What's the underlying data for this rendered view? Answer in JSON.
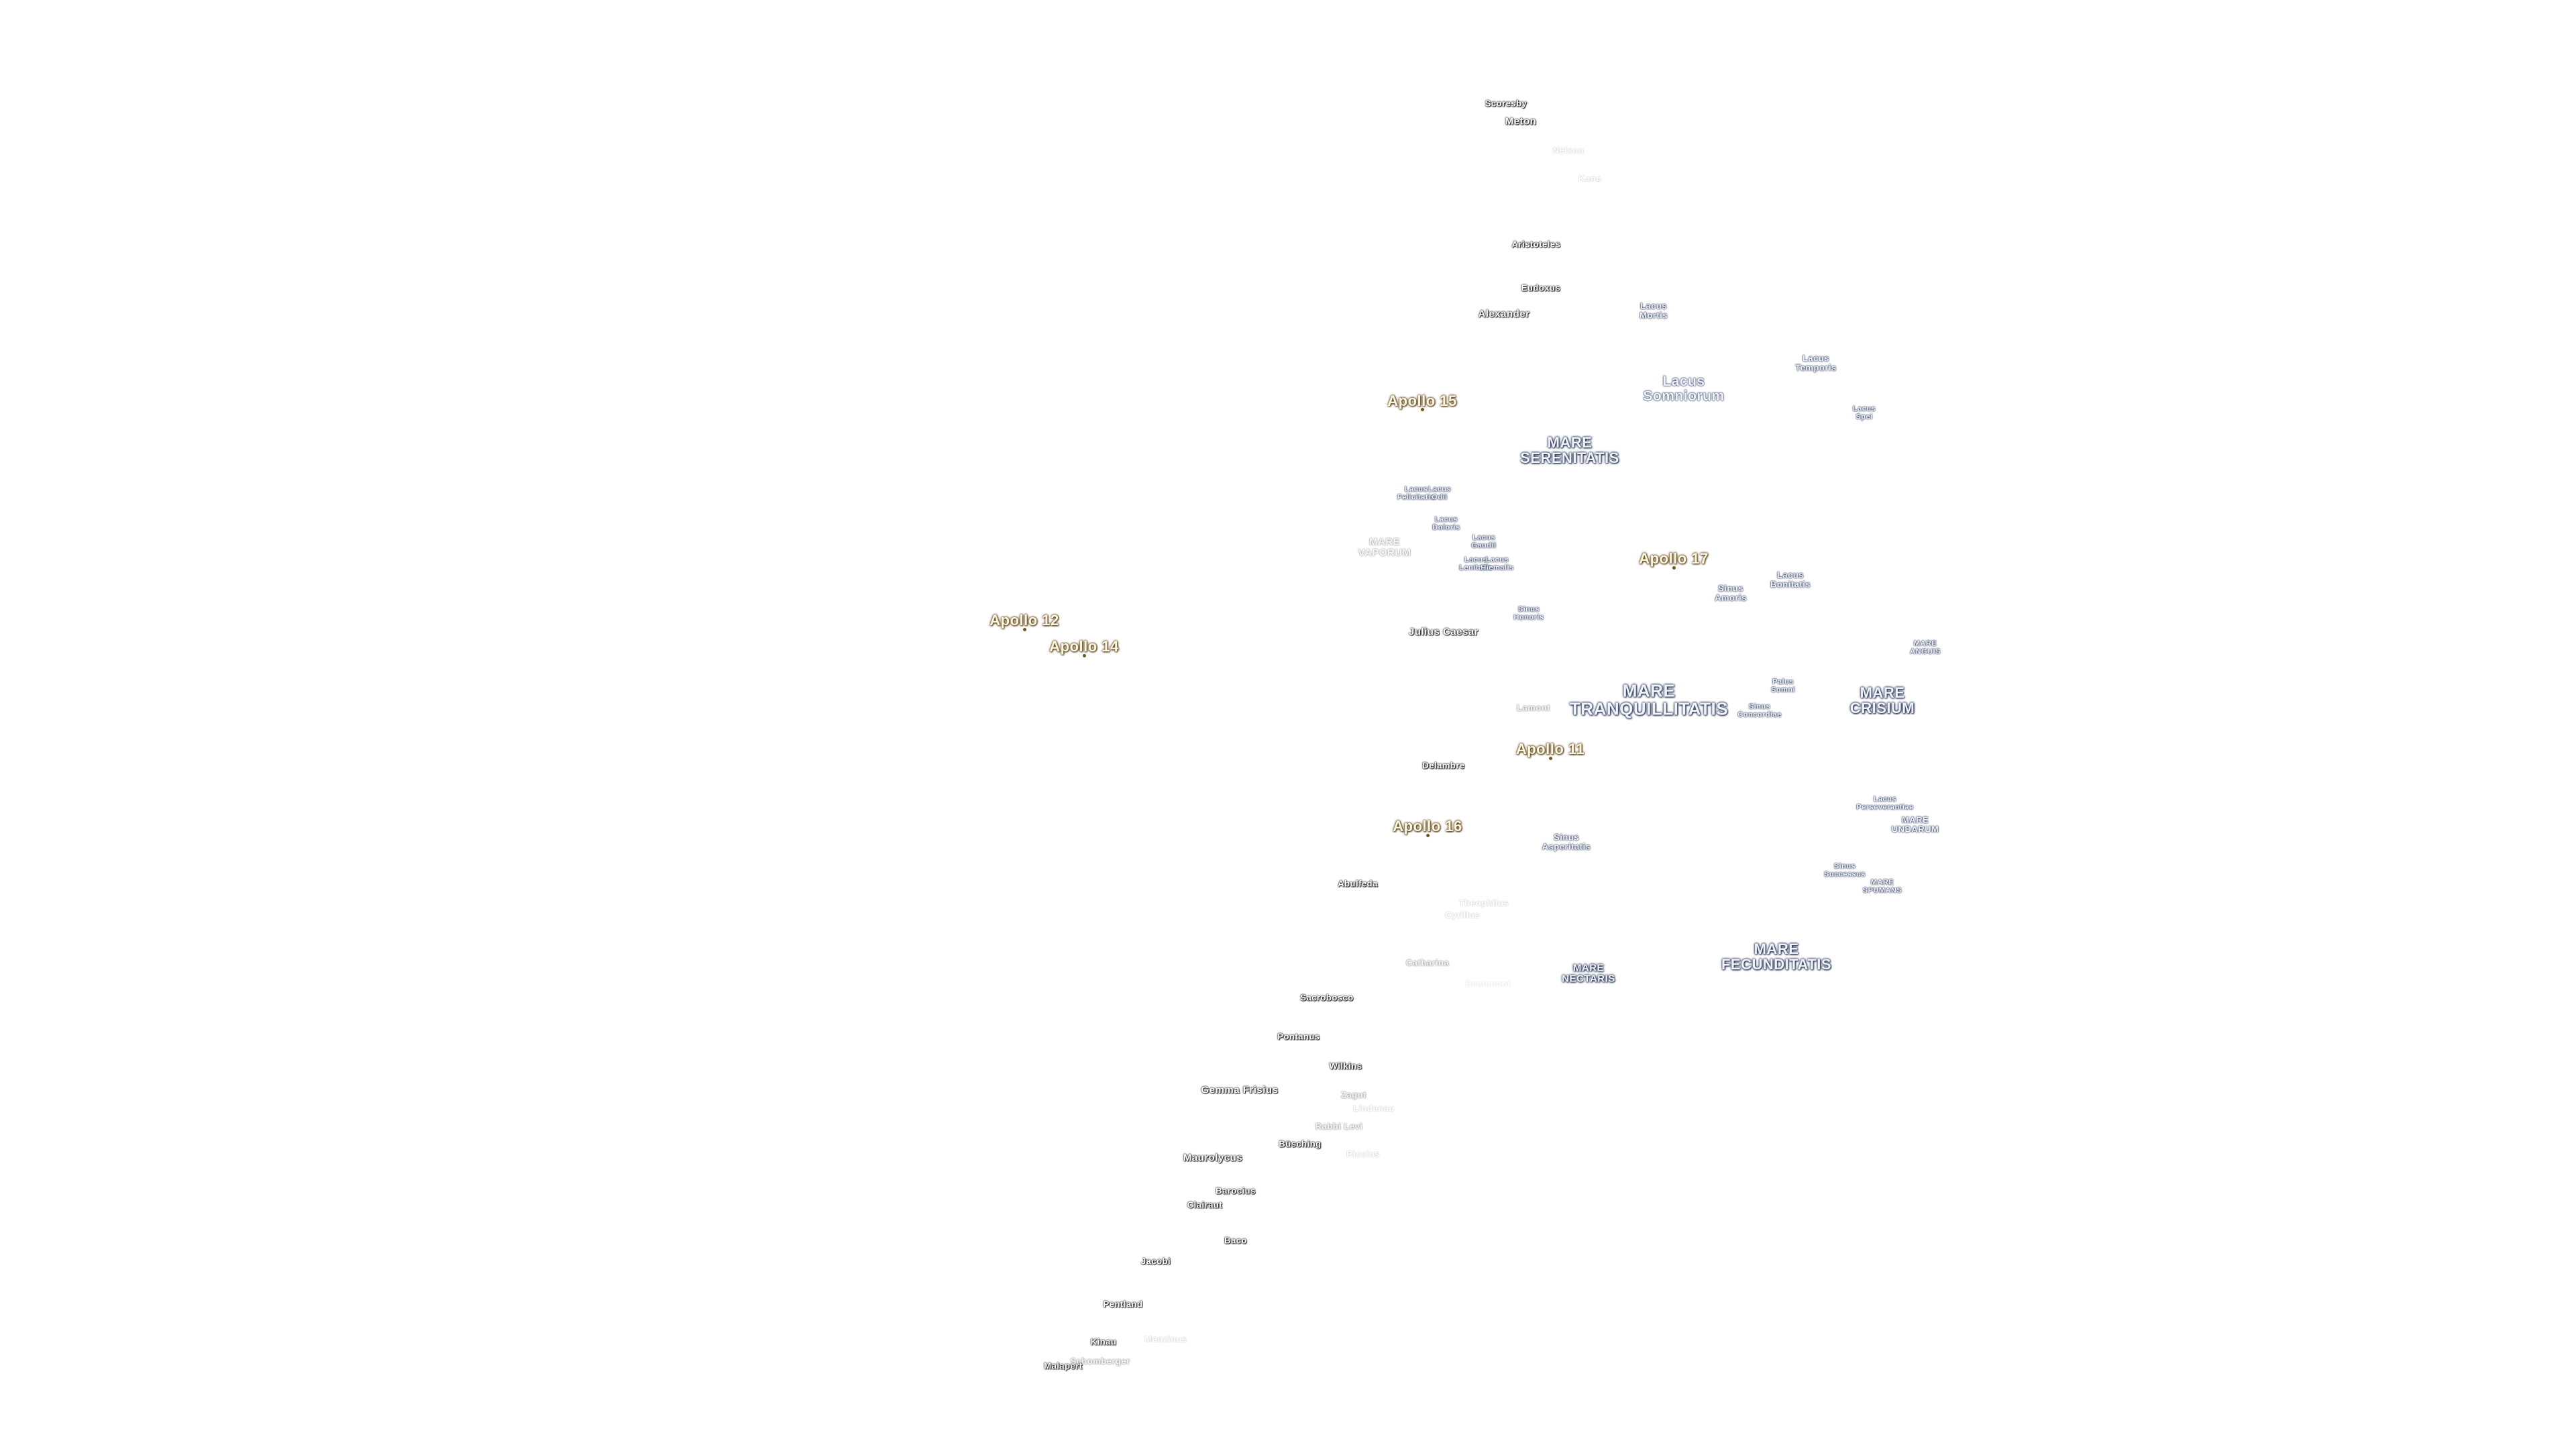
{
  "map": {
    "craters": [
      {
        "name": "Scoresby"
      },
      {
        "name": "Meton"
      },
      {
        "name": "Nelson"
      },
      {
        "name": "Kane"
      },
      {
        "name": "Aristoteles"
      },
      {
        "name": "Eudoxus"
      },
      {
        "name": "Alexander"
      },
      {
        "name": "Julius Caesar"
      },
      {
        "name": "Lamont"
      },
      {
        "name": "Delambre"
      },
      {
        "name": "Abulfeda"
      },
      {
        "name": "Theophilus"
      },
      {
        "name": "Cyrillus"
      },
      {
        "name": "Catharina"
      },
      {
        "name": "Beaumont"
      },
      {
        "name": "Sacrobosco"
      },
      {
        "name": "Pontanus"
      },
      {
        "name": "Wilkins"
      },
      {
        "name": "Gemma Frisius"
      },
      {
        "name": "Zagut"
      },
      {
        "name": "Lindenau"
      },
      {
        "name": "Rabbi Levi"
      },
      {
        "name": "Büsching"
      },
      {
        "name": "Riccius"
      },
      {
        "name": "Maurolycus"
      },
      {
        "name": "Barocius"
      },
      {
        "name": "Clairaut"
      },
      {
        "name": "Baco"
      },
      {
        "name": "Jacobi"
      },
      {
        "name": "Pentland"
      },
      {
        "name": "Kinau"
      },
      {
        "name": "Manzinus"
      },
      {
        "name": "Schomberger"
      },
      {
        "name": "Malapert"
      }
    ],
    "maria": [
      {
        "name": "MARE\nSERENITATIS"
      },
      {
        "name": "MARE\nTRANQUILLITATIS"
      },
      {
        "name": "MARE\nCRISIUM"
      },
      {
        "name": "MARE\nFECUNDITATIS"
      },
      {
        "name": "MARE\nNECTARIS"
      },
      {
        "name": "MARE\nVAPORUM"
      },
      {
        "name": "MARE\nANGUIS"
      },
      {
        "name": "MARE\nUNDARUM"
      },
      {
        "name": "MARE\nSPUMANS"
      }
    ],
    "lakes": [
      {
        "name": "Lacus\nSomniorum"
      },
      {
        "name": "Lacus\nMortis"
      },
      {
        "name": "Lacus\nTemporis"
      },
      {
        "name": "Lacus\nSpei"
      },
      {
        "name": "Lacus\nFelicitatis"
      },
      {
        "name": "Lacus\nOdii"
      },
      {
        "name": "Lacus\nDoloris"
      },
      {
        "name": "Lacus\nGaudii"
      },
      {
        "name": "Lacus\nLenitatis"
      },
      {
        "name": "Lacus\nHiemalis"
      },
      {
        "name": "Sinus\nHonoris"
      },
      {
        "name": "Sinus\nAmoris"
      },
      {
        "name": "Lacus\nBonitatis"
      },
      {
        "name": "Palus\nSomni"
      },
      {
        "name": "Sinus\nConcordiae"
      },
      {
        "name": "Sinus\nAsperitatis"
      },
      {
        "name": "Lacus\nPerseverantiae"
      },
      {
        "name": "Sinus\nSuccessus"
      }
    ],
    "apollo_sites": [
      {
        "name": "Apollo 15"
      },
      {
        "name": "Apollo 17"
      },
      {
        "name": "Apollo 12"
      },
      {
        "name": "Apollo 14"
      },
      {
        "name": "Apollo 11"
      },
      {
        "name": "Apollo 16"
      }
    ]
  }
}
